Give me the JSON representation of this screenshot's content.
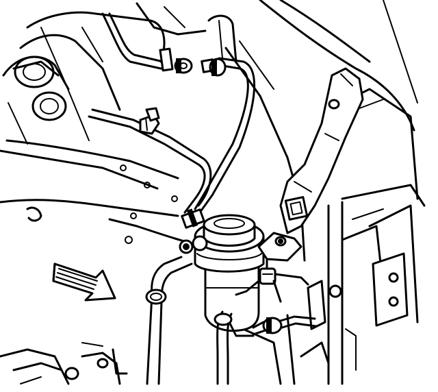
{
  "diagram": {
    "style": "black line-art technical illustration",
    "colors": {
      "line": "#000000",
      "background": "#ffffff"
    },
    "components": [
      "fuel-filter-canister",
      "fuel-filter-cap",
      "fuel-feed-line",
      "fuel-return-line",
      "mounting-bracket",
      "line-fittings",
      "line-clips",
      "frame-rail",
      "engine-block",
      "inner-fender-panel",
      "direction-arrow"
    ],
    "arrow": {
      "icon": "direction-arrow-icon",
      "pointing": "down-right"
    }
  }
}
